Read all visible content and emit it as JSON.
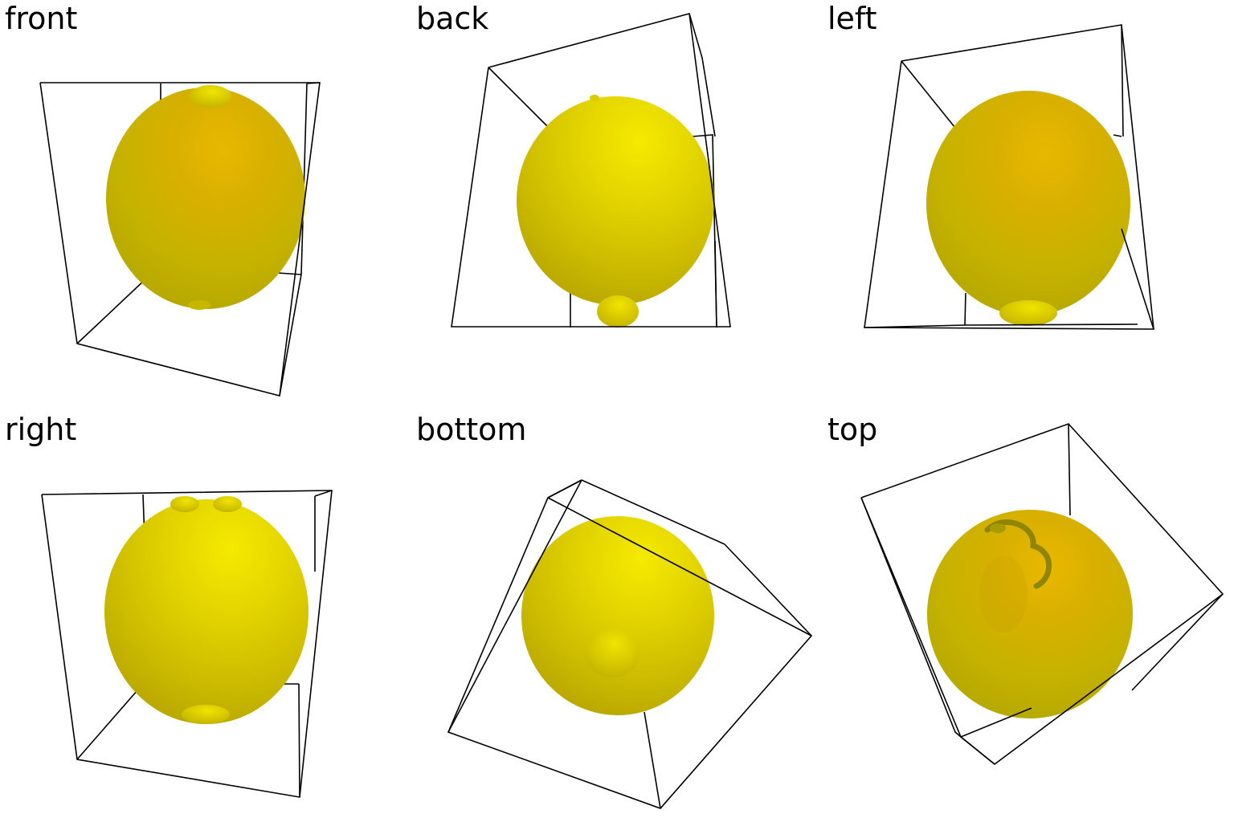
{
  "views": {
    "front": {
      "label": "front"
    },
    "back": {
      "label": "back"
    },
    "left": {
      "label": "left"
    },
    "right": {
      "label": "right"
    },
    "bottom": {
      "label": "bottom"
    },
    "top": {
      "label": "top"
    }
  },
  "colors": {
    "lemon_light": "#f2e400",
    "lemon_mid": "#d9cc00",
    "lemon_dark": "#b9a800",
    "lemon_warm": "#d6a400",
    "box_edge": "#000000",
    "background": "#ffffff"
  }
}
